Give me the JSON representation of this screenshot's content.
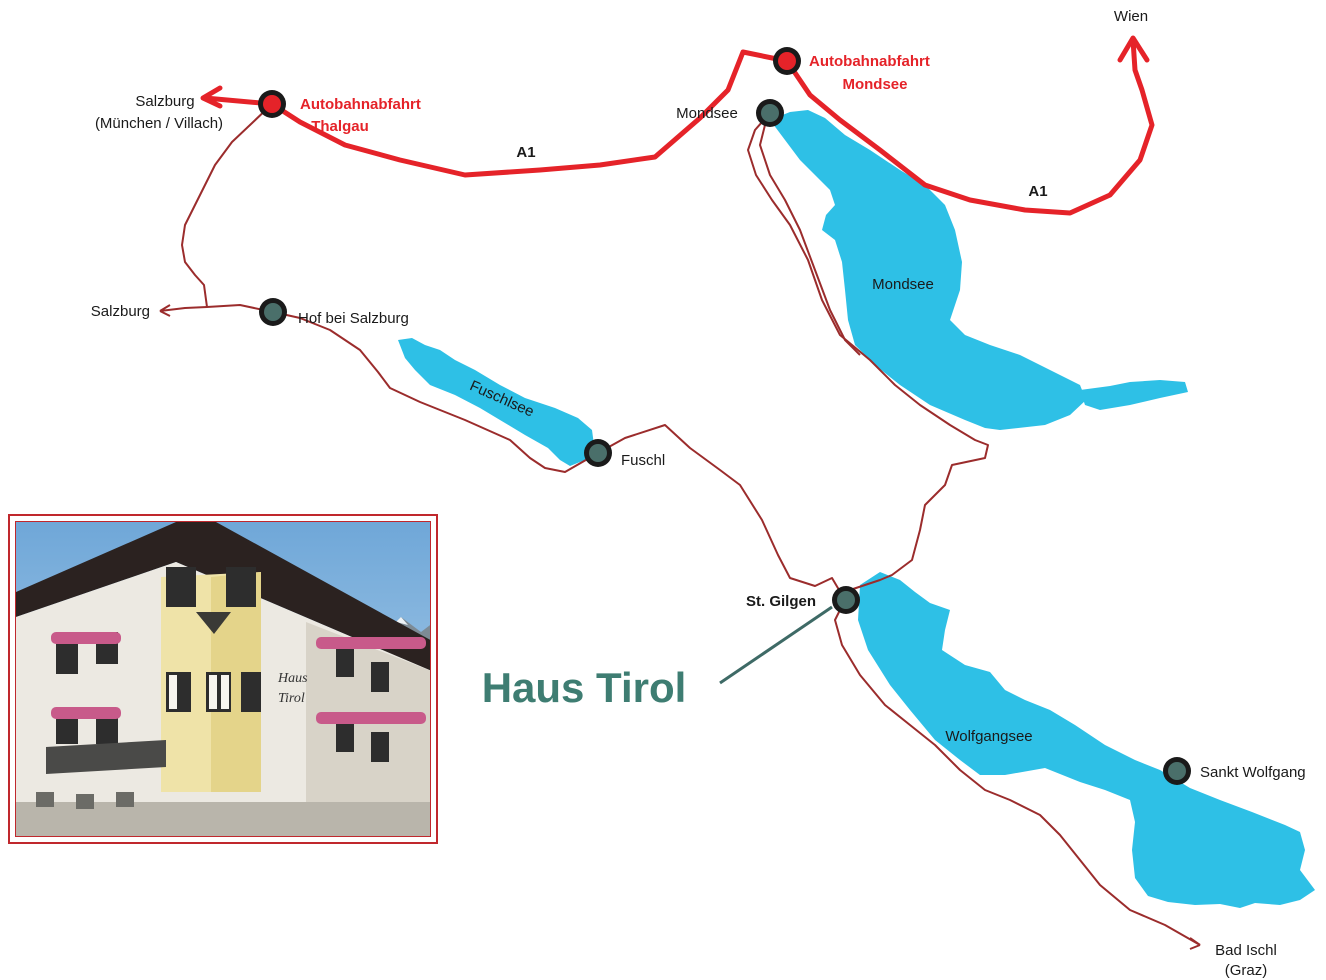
{
  "map": {
    "places": {
      "salzburg_top_line1": "Salzburg",
      "salzburg_top_line2": "(München / Villach)",
      "salzburg_west": "Salzburg",
      "hof": "Hof bei Salzburg",
      "fuschl": "Fuschl",
      "mondsee_town": "Mondsee",
      "st_gilgen": "St. Gilgen",
      "sankt_wolfgang": "Sankt Wolfgang",
      "wien": "Wien",
      "bad_ischl_line1": "Bad Ischl",
      "bad_ischl_line2": "(Graz)"
    },
    "exits": {
      "thalgau_line1": "Autobahnabfahrt",
      "thalgau_line2": "Thalgau",
      "mondsee_line1": "Autobahnabfahrt",
      "mondsee_line2": "Mondsee"
    },
    "motorway": {
      "label_west": "A1",
      "label_east": "A1"
    },
    "lakes": {
      "fuschlsee": "Fuschlsee",
      "mondsee": "Mondsee",
      "wolfgangsee": "Wolfgangsee"
    },
    "highlight": "Haus Tirol"
  },
  "photo": {
    "sign_line1": "Haus",
    "sign_line2": "Tirol"
  },
  "colors": {
    "motorway": "#e52329",
    "road": "#9b2c2c",
    "lake": "#2ec0e6",
    "highlight": "#3e7d72"
  }
}
